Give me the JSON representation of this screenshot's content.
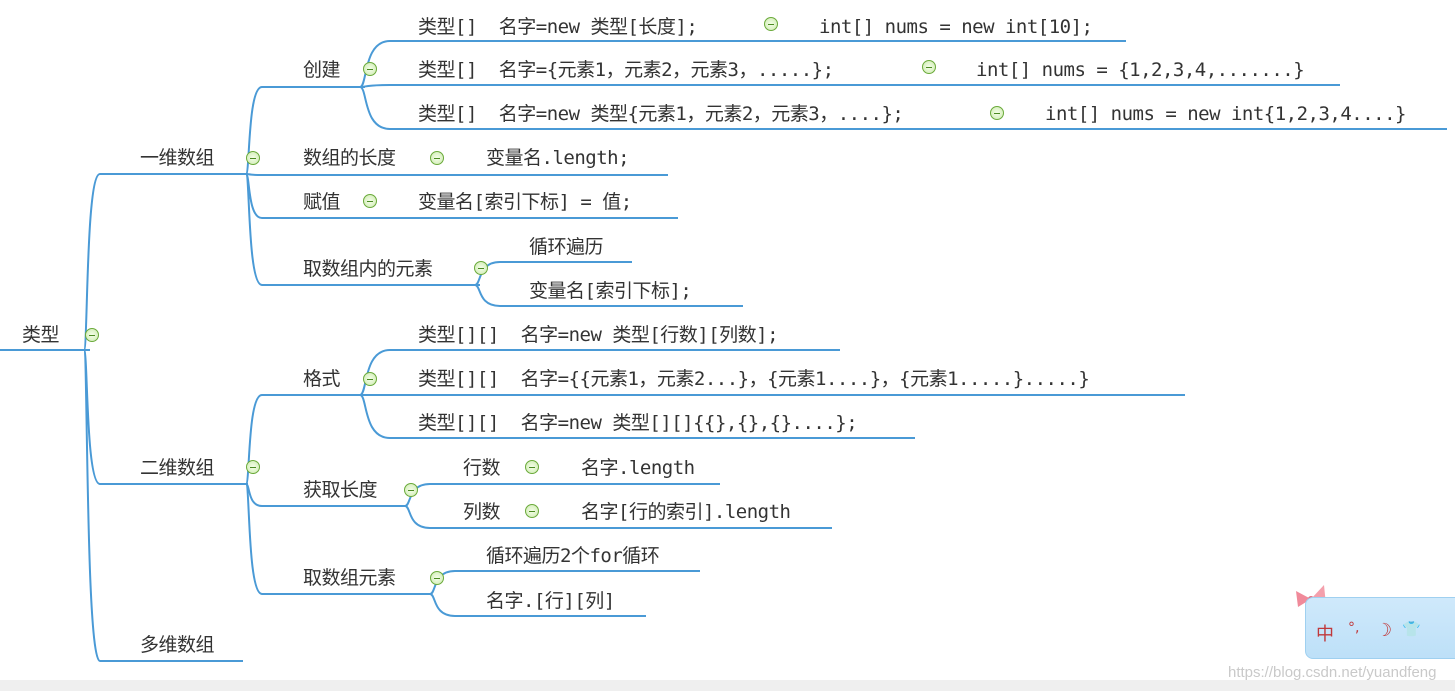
{
  "root": "类型",
  "one_d": {
    "label": "一维数组",
    "create": {
      "label": "创建",
      "items": [
        {
          "text": "类型[]  名字=new 类型[长度];",
          "example": "int[] nums = new int[10];"
        },
        {
          "text": "类型[]  名字={元素1，元素2，元素3，.....};",
          "example": "int[] nums = {1,2,3,4,.......}"
        },
        {
          "text": "类型[]  名字=new 类型{元素1，元素2，元素3，....};",
          "example": "int[] nums = new int{1,2,3,4....}"
        }
      ]
    },
    "length": {
      "label": "数组的长度",
      "value": "变量名.length;"
    },
    "assign": {
      "label": "赋值",
      "value": "变量名[索引下标] = 值;"
    },
    "access": {
      "label": "取数组内的元素",
      "items": [
        "循环遍历",
        "变量名[索引下标];"
      ]
    }
  },
  "two_d": {
    "label": "二维数组",
    "format": {
      "label": "格式",
      "items": [
        "类型[][]  名字=new 类型[行数][列数];",
        "类型[][]  名字={{元素1，元素2...}，{元素1....}，{元素1.....}.....}",
        "类型[][]  名字=new 类型[][]{{},{},{}....};"
      ]
    },
    "get_length": {
      "label": "获取长度",
      "rows": {
        "label": "行数",
        "value": "名字.length"
      },
      "cols": {
        "label": "列数",
        "value": "名字[行的索引].length"
      }
    },
    "access": {
      "label": "取数组元素",
      "items": [
        "循环遍历2个for循环",
        "名字.[行][列]"
      ]
    }
  },
  "multi_d": {
    "label": "多维数组"
  },
  "ime": {
    "lang": "中",
    "punct": "°,",
    "moon": "☽",
    "shirt": "👕"
  },
  "watermark": "https://blog.csdn.net/yuandfeng",
  "colors": {
    "line": "#4a9ad6",
    "text": "#333333",
    "toggle": "#6aaa3a"
  }
}
